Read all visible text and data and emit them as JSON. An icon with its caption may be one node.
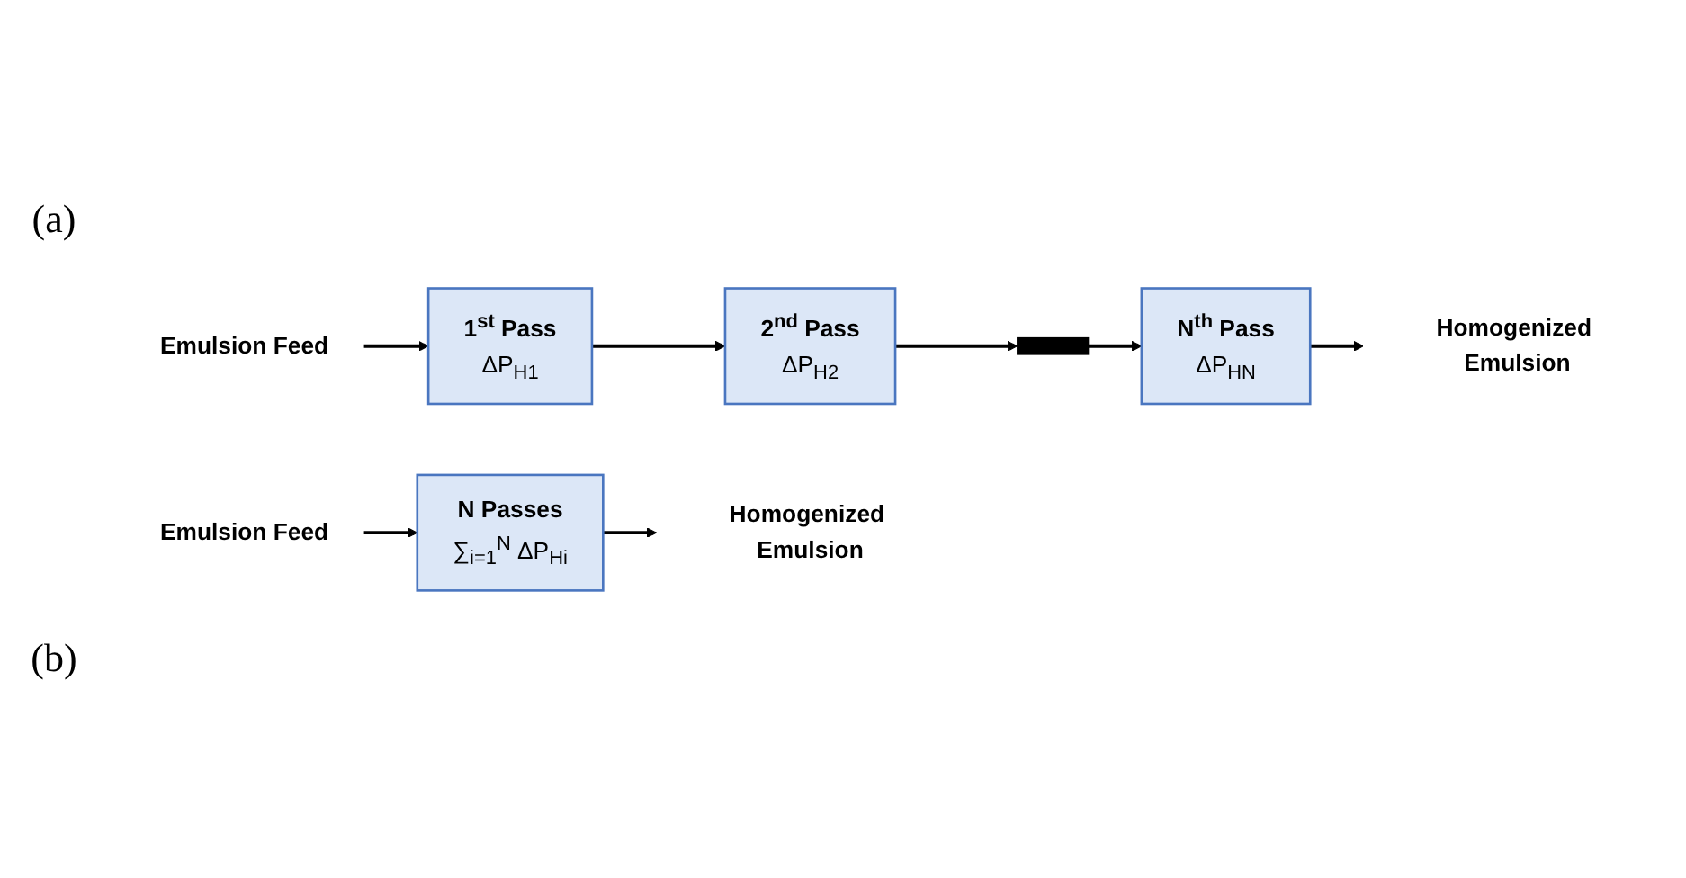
{
  "diagram": {
    "nodes": [
      {
        "text": [
          "Emulsion Feed"
        ]
      },
      {
        "text": [
          "1$^{st}$ Pass",
          "ΔP$_{H1}$"
        ]
      },
      {
        "text": [
          "2$^{nd}$ Pass",
          "ΔP$_{H2}$"
        ]
      },
      {
        "text": [],
        "shape": "ellipsis"
      },
      {
        "text": [
          "N$^{th}$ Pass",
          "ΔP$_{HN}$"
        ]
      },
      {
        "text": [
          "Homogenized Emulsion"
        ]
      },
      {
        "text": [
          "Emulsion Feed"
        ]
      },
      {
        "text": [
          "N Passes",
          "∑$_{i=1}$$^{N}$ ΔP$_{Hi}$"
        ]
      },
      {
        "text": [
          "Homogenized Emulsion"
        ]
      }
    ],
    "edges": [
      {
        "from": 0,
        "to": 1,
        "arrow": "to"
      },
      {
        "from": 1,
        "to": 2,
        "arrow": "to"
      },
      {
        "from": 2,
        "to": 3,
        "arrow": "to"
      },
      {
        "from": 3,
        "to": 4,
        "arrow": "to"
      },
      {
        "from": 4,
        "to": 5,
        "arrow": "to"
      },
      {
        "from": 6,
        "to": 7,
        "arrow": "to"
      },
      {
        "from": 7,
        "to": 8,
        "arrow": "to"
      }
    ],
    "labels": [
      "(a)",
      "(b)"
    ]
  }
}
